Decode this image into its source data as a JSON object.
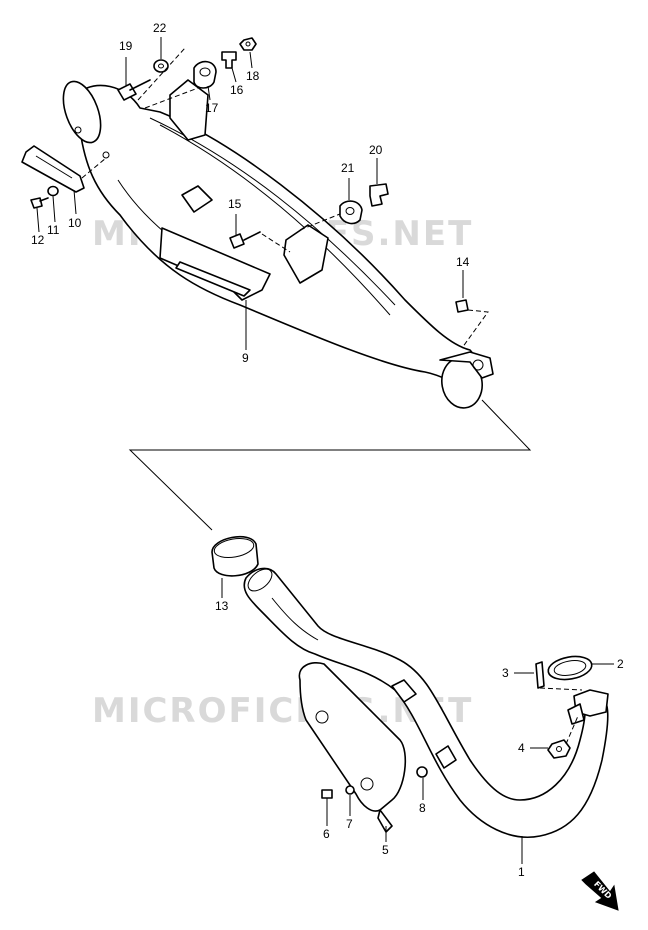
{
  "diagram": {
    "watermark_text": "MICROFICHES.NET",
    "fwd_label": "FWD",
    "callouts": {
      "c1": "1",
      "c2": "2",
      "c3": "3",
      "c4": "4",
      "c5": "5",
      "c6": "6",
      "c7": "7",
      "c8": "8",
      "c9": "9",
      "c10": "10",
      "c11": "11",
      "c12": "12",
      "c13": "13",
      "c14": "14",
      "c15": "15",
      "c16": "16",
      "c17": "17",
      "c18": "18",
      "c19": "19",
      "c20": "20",
      "c21": "21",
      "c22": "22"
    }
  }
}
